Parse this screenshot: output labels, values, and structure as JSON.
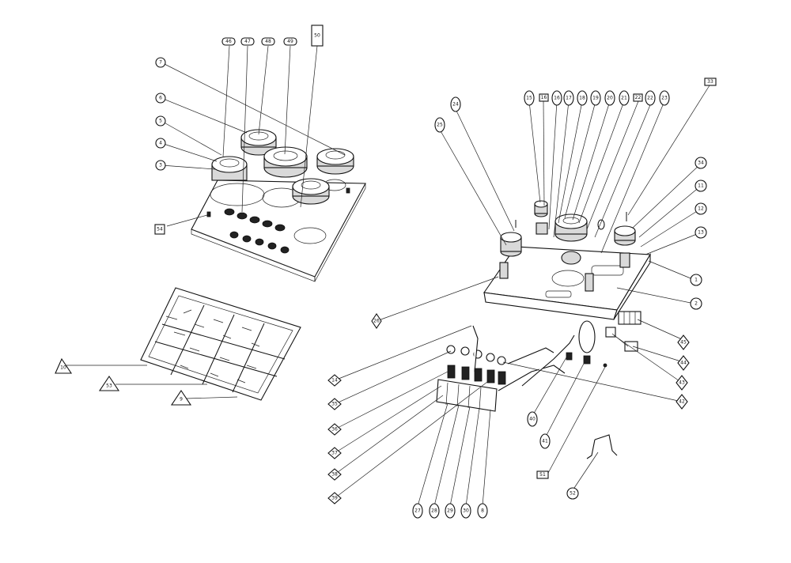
{
  "diagram": {
    "callouts": {
      "c46": "46",
      "c47": "47",
      "c48": "48",
      "c49": "49",
      "c50": "50",
      "c7": "7",
      "c6": "6",
      "c5": "5",
      "c4": "4",
      "c3": "3",
      "c54": "54",
      "c15": "15",
      "c16a": "16",
      "c16b": "16",
      "c17": "17",
      "c18": "18",
      "c19": "19",
      "c20": "20",
      "c21": "21",
      "c22a": "22",
      "c22b": "22",
      "c23": "23",
      "c33": "33",
      "c24": "24",
      "c25": "25",
      "c34": "34",
      "c11": "11",
      "c12": "12",
      "c13": "13",
      "c1": "1",
      "c2": "2",
      "c26": "26",
      "c45": "45",
      "c44": "44",
      "c43": "43",
      "c42": "42",
      "c10": "10",
      "c53": "53",
      "c9": "9",
      "c14": "14",
      "c35": "35",
      "c36": "36",
      "c37": "37",
      "c38": "38",
      "c39": "39",
      "c40": "40",
      "c41": "41",
      "c51": "51",
      "c52": "52",
      "c27": "27",
      "c28": "28",
      "c29": "29",
      "c30": "30",
      "c8": "8"
    }
  }
}
